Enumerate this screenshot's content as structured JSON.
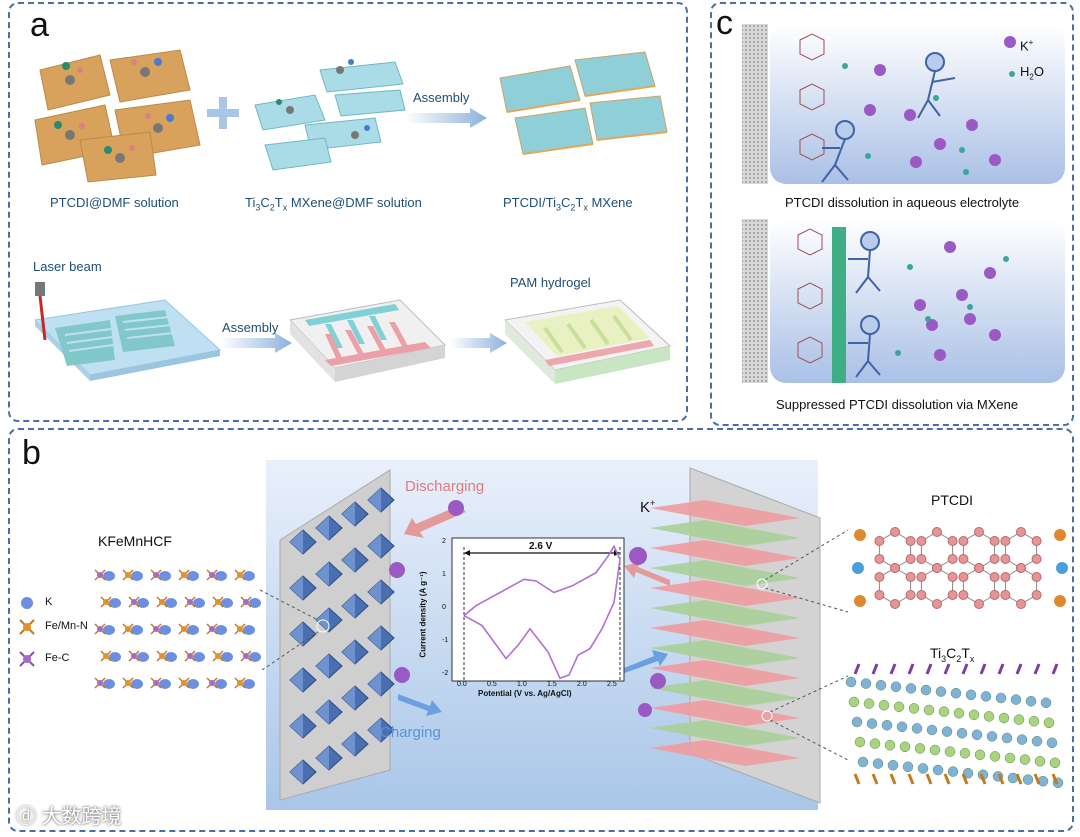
{
  "panel_a": {
    "label": "a",
    "captions": {
      "ptcdi_dmf": "PTCDI@DMF solution",
      "mxene_dmf_pre": "Ti",
      "mxene_dmf_sub1": "3",
      "mxene_dmf_mid1": "C",
      "mxene_dmf_sub2": "2",
      "mxene_dmf_mid2": "T",
      "mxene_dmf_sub3": "x",
      "mxene_dmf_post": " MXene@DMF solution",
      "composite_pre": "PTCDI/Ti",
      "composite_sub1": "3",
      "composite_mid1": "C",
      "composite_sub2": "2",
      "composite_mid2": "T",
      "composite_sub3": "x",
      "composite_post": " MXene"
    },
    "assembly_top": "Assembly",
    "laser_beam": "Laser beam",
    "assembly_bottom": "Assembly",
    "pam_hydrogel": "PAM hydrogel"
  },
  "panel_c": {
    "label": "c",
    "legend_k": "K",
    "legend_k_sup": "+",
    "legend_h2o_pre": "H",
    "legend_h2o_sub": "2",
    "legend_h2o_post": "O",
    "caption_top": "PTCDI dissolution in aqueous electrolyte",
    "caption_bottom": "Suppressed PTCDI dissolution via MXene"
  },
  "panel_b": {
    "label": "b",
    "kfemnhcf": "KFeMnHCF",
    "legend": [
      "K",
      "Fe/Mn-N",
      "Fe-C"
    ],
    "discharging": "Discharging",
    "charging": "Charging",
    "k_plus": "K",
    "k_plus_sup": "+",
    "ptcdi": "PTCDI",
    "mxene_pre": "Ti",
    "mxene_sub1": "3",
    "mxene_mid1": "C",
    "mxene_sub2": "2",
    "mxene_mid2": "T",
    "mxene_sub3": "x",
    "cv": {
      "window": "2.6 V",
      "xlabel": "Potential (V vs. Ag/AgCl)",
      "ylabel": "Current density (A g⁻¹)",
      "xticks": [
        "0.0",
        "0.5",
        "1.0",
        "1.5",
        "2.0",
        "2.5"
      ],
      "yticks": [
        "2",
        "1",
        "0",
        "-1",
        "-2"
      ]
    }
  },
  "watermark": "大数跨境",
  "colors": {
    "border": "#4a6fa5",
    "caption_blue": "#1d4f79",
    "ion_purple": "#9b59c4",
    "ptcdi_red": "#e58c8c",
    "mxene_green": "#9cc58f",
    "octa_blue": "#3d5f9e",
    "discharge_red": "#e07b7b",
    "charge_blue": "#5a92d8"
  }
}
